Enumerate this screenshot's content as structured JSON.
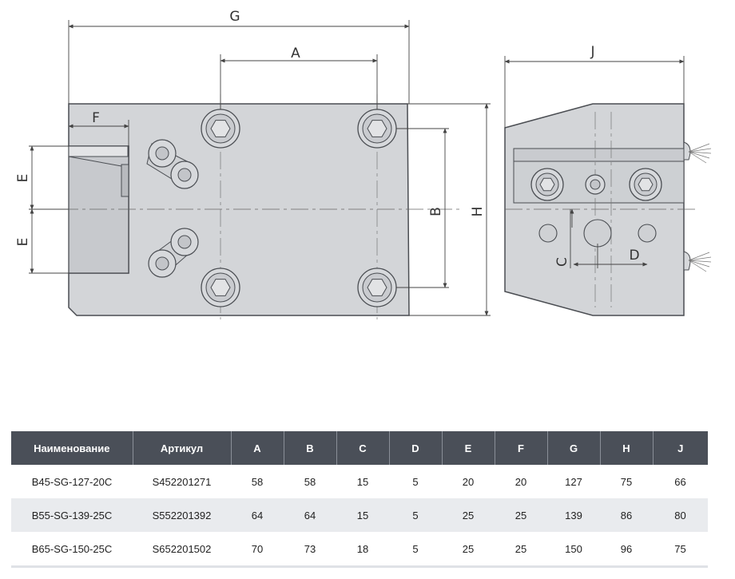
{
  "labels": {
    "G": "G",
    "A": "A",
    "F": "F",
    "E_top": "E",
    "E_bottom": "E",
    "B": "B",
    "H": "H",
    "J": "J",
    "C": "C",
    "D": "D"
  },
  "table": {
    "headers": [
      "Наименование",
      "Артикул",
      "A",
      "B",
      "C",
      "D",
      "E",
      "F",
      "G",
      "H",
      "J"
    ],
    "rows": [
      [
        "B45-SG-127-20C",
        "S452201271",
        "58",
        "58",
        "15",
        "5",
        "20",
        "20",
        "127",
        "75",
        "66"
      ],
      [
        "B55-SG-139-25C",
        "S552201392",
        "64",
        "64",
        "15",
        "5",
        "25",
        "25",
        "139",
        "86",
        "80"
      ],
      [
        "B65-SG-150-25C",
        "S652201502",
        "70",
        "73",
        "18",
        "5",
        "25",
        "25",
        "150",
        "96",
        "75"
      ]
    ]
  },
  "colors": {
    "body_fill": "#d3d5d8",
    "outline": "#4a4d52",
    "header_bg": "#4a4f58",
    "row_alt": "#e9ebee"
  }
}
